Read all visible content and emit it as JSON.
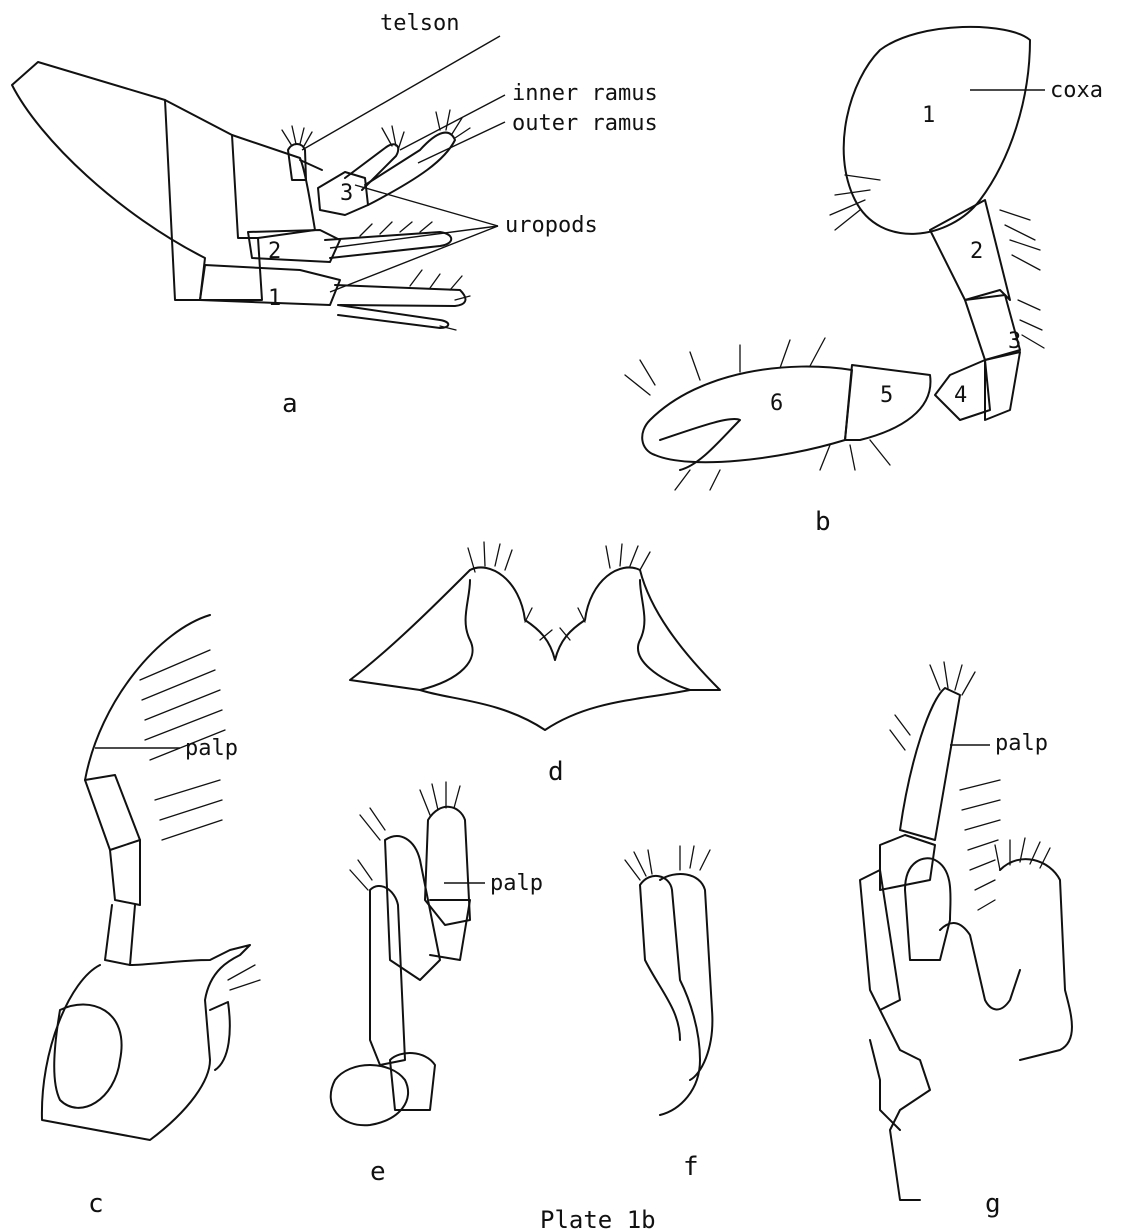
{
  "figure": {
    "caption": "Plate 1b",
    "panels": {
      "a": {
        "letter": "a",
        "labels": {
          "telson": "telson",
          "inner_ramus": "inner ramus",
          "outer_ramus": "outer ramus",
          "uropods": "uropods"
        },
        "segment_numbers": [
          "1",
          "2",
          "3"
        ]
      },
      "b": {
        "letter": "b",
        "labels": {
          "coxa": "coxa"
        },
        "segment_numbers": [
          "1",
          "2",
          "3",
          "4",
          "5",
          "6"
        ]
      },
      "c": {
        "letter": "c",
        "labels": {
          "palp": "palp"
        }
      },
      "d": {
        "letter": "d"
      },
      "e": {
        "letter": "e",
        "labels": {
          "palp": "palp"
        }
      },
      "f": {
        "letter": "f"
      },
      "g": {
        "letter": "g",
        "labels": {
          "palp": "palp"
        }
      }
    }
  }
}
